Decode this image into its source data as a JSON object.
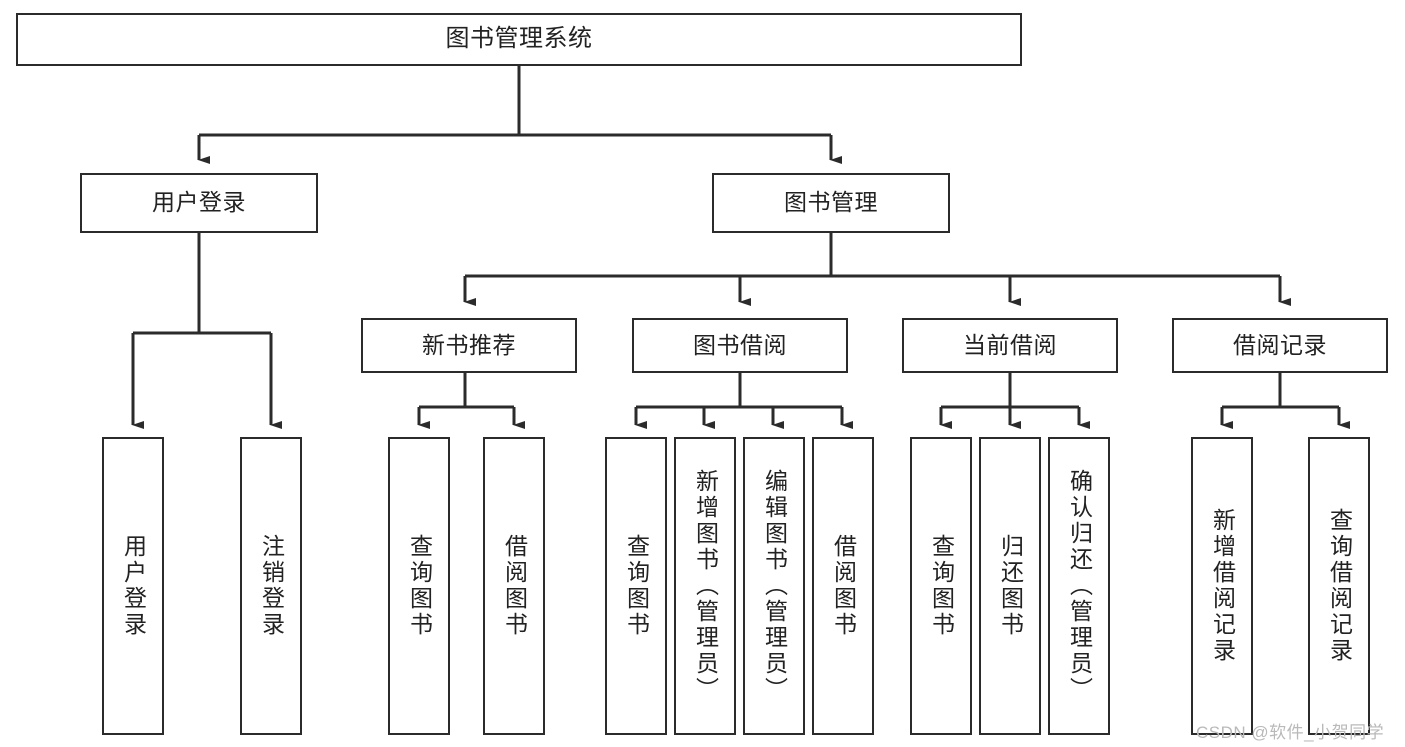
{
  "diagram": {
    "title": "图书管理系统",
    "type": "tree-hierarchy-chart",
    "watermark": "CSDN @软件_小贺同学",
    "colors": {
      "box_border": "#2b2b2b",
      "box_fill": "#ffffff",
      "connector": "#2b2b2b",
      "text": "#222222",
      "watermark": "#b9b9b9",
      "background": "#ffffff"
    },
    "levels": {
      "root": {
        "label": "图书管理系统"
      },
      "level2": [
        {
          "label": "用户登录"
        },
        {
          "label": "图书管理"
        }
      ],
      "level3": [
        {
          "label": "新书推荐"
        },
        {
          "label": "图书借阅"
        },
        {
          "label": "当前借阅"
        },
        {
          "label": "借阅记录"
        }
      ],
      "leaves": {
        "user_login": [
          {
            "label": "用户登录"
          },
          {
            "label": "注销登录"
          }
        ],
        "new_book_recommend": [
          {
            "label": "查询图书"
          },
          {
            "label": "借阅图书"
          }
        ],
        "book_borrow": [
          {
            "label": "查询图书"
          },
          {
            "label": "新增图书（管理员）"
          },
          {
            "label": "编辑图书（管理员）"
          },
          {
            "label": "借阅图书"
          }
        ],
        "current_borrow": [
          {
            "label": "查询图书"
          },
          {
            "label": "归还图书"
          },
          {
            "label": "确认归还（管理员）"
          }
        ],
        "borrow_record": [
          {
            "label": "新增借阅记录"
          },
          {
            "label": "查询借阅记录"
          }
        ]
      }
    }
  }
}
